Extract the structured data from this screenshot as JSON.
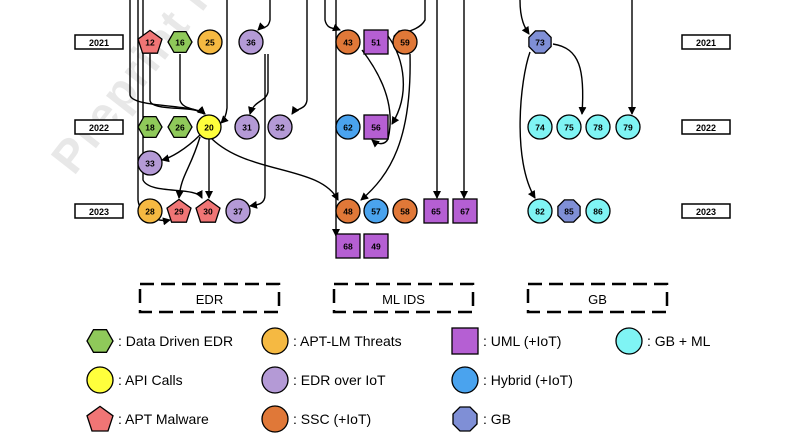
{
  "years": [
    "2021",
    "2022",
    "2023"
  ],
  "categories": {
    "edr": "EDR",
    "ml_ids": "ML IDS",
    "gb": "GB"
  },
  "watermark": "Preprint not peer",
  "nodes": [
    {
      "id": "12",
      "kind": "apt-malware"
    },
    {
      "id": "16",
      "kind": "data-driven-edr"
    },
    {
      "id": "25",
      "kind": "apt-lm-threats"
    },
    {
      "id": "36",
      "kind": "edr-over-iot"
    },
    {
      "id": "18",
      "kind": "data-driven-edr"
    },
    {
      "id": "26",
      "kind": "data-driven-edr"
    },
    {
      "id": "20",
      "kind": "api-calls"
    },
    {
      "id": "31",
      "kind": "edr-over-iot"
    },
    {
      "id": "32",
      "kind": "edr-over-iot"
    },
    {
      "id": "33",
      "kind": "edr-over-iot"
    },
    {
      "id": "28",
      "kind": "apt-lm-threats"
    },
    {
      "id": "29",
      "kind": "apt-malware"
    },
    {
      "id": "30",
      "kind": "apt-malware"
    },
    {
      "id": "37",
      "kind": "edr-over-iot"
    },
    {
      "id": "43",
      "kind": "ssc"
    },
    {
      "id": "51",
      "kind": "uml"
    },
    {
      "id": "59",
      "kind": "ssc"
    },
    {
      "id": "62",
      "kind": "hybrid"
    },
    {
      "id": "56",
      "kind": "uml"
    },
    {
      "id": "48",
      "kind": "ssc"
    },
    {
      "id": "57",
      "kind": "hybrid"
    },
    {
      "id": "58",
      "kind": "ssc"
    },
    {
      "id": "65",
      "kind": "uml"
    },
    {
      "id": "67",
      "kind": "uml"
    },
    {
      "id": "68",
      "kind": "uml"
    },
    {
      "id": "49",
      "kind": "uml"
    },
    {
      "id": "73",
      "kind": "gb"
    },
    {
      "id": "74",
      "kind": "gb-ml"
    },
    {
      "id": "75",
      "kind": "gb-ml"
    },
    {
      "id": "78",
      "kind": "gb-ml"
    },
    {
      "id": "79",
      "kind": "gb-ml"
    },
    {
      "id": "82",
      "kind": "gb-ml"
    },
    {
      "id": "85",
      "kind": "gb"
    },
    {
      "id": "86",
      "kind": "gb-ml"
    }
  ],
  "legend": [
    {
      "kind": "data-driven-edr",
      "label": ": Data Driven EDR"
    },
    {
      "kind": "apt-lm-threats",
      "label": ": APT-LM Threats"
    },
    {
      "kind": "uml",
      "label": ": UML (+IoT)"
    },
    {
      "kind": "gb-ml",
      "label": ": GB + ML"
    },
    {
      "kind": "api-calls",
      "label": ": API Calls"
    },
    {
      "kind": "edr-over-iot",
      "label": ": EDR over IoT"
    },
    {
      "kind": "hybrid",
      "label": ": Hybrid (+IoT)"
    },
    {
      "kind": "apt-malware",
      "label": ": APT Malware"
    },
    {
      "kind": "ssc",
      "label": ": SSC (+IoT)"
    },
    {
      "kind": "gb",
      "label": ": GB"
    }
  ],
  "colors": {
    "data-driven-edr": "#8fc95a",
    "apt-lm-threats": "#f5b942",
    "uml": "#b55fd3",
    "gb-ml": "#7ff4f4",
    "api-calls": "#ffff3c",
    "edr-over-iot": "#b49ad6",
    "hybrid": "#4aa3ee",
    "apt-malware": "#f07575",
    "ssc": "#e07838",
    "gb": "#7f8fd6"
  }
}
